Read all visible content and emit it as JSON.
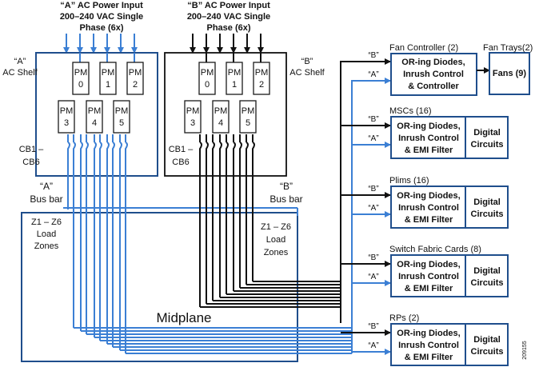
{
  "inputs": {
    "a_line1": "“A” AC Power Input",
    "a_line2": "200–240  VAC Single",
    "a_line3": "Phase (6x)",
    "b_line1": "“B” AC Power Input",
    "b_line2": "200–240  VAC Single",
    "b_line3": "Phase (6x)"
  },
  "shelves": {
    "a_line1": "“A”",
    "a_line2": "AC Shelf",
    "b_line1": "“B”",
    "b_line2": "AC Shelf"
  },
  "pm_prefix": "PM",
  "pm_numbers": [
    "0",
    "1",
    "2",
    "3",
    "4",
    "5"
  ],
  "breakers": {
    "a_line1": "CB1 –",
    "a_line2": "CB6",
    "b_line1": "CB1 –",
    "b_line2": "CB6"
  },
  "busbars": {
    "a_line1": "“A”",
    "a_line2": "Bus bar",
    "b_line1": "“B”",
    "b_line2": "Bus bar"
  },
  "zones": {
    "a_line1": "Z1 – Z6",
    "a_line2": "Load",
    "a_line3": "Zones",
    "b_line1": "Z1 – Z6",
    "b_line2": "Load",
    "b_line3": "Zones"
  },
  "midplane": "Midplane",
  "feeds": {
    "a": "“A”",
    "b": "“B”"
  },
  "fan_controller": {
    "title": "Fan Controller (2)",
    "line1": "OR-ing Diodes,",
    "line2": "Inrush Control",
    "line3": "& Controller"
  },
  "fan_trays": {
    "title": "Fan Trays(2)",
    "label": "Fans (9)"
  },
  "cards": [
    {
      "title": "MSCs (16)",
      "line1": "OR-ing Diodes,",
      "line2": "Inrush Control",
      "line3": "& EMI Filter",
      "digital1": "Digital",
      "digital2": "Circuits"
    },
    {
      "title": "Plims (16)",
      "line1": "OR-ing Diodes,",
      "line2": "Inrush Control",
      "line3": "& EMI Filter",
      "digital1": "Digital",
      "digital2": "Circuits"
    },
    {
      "title": "Switch Fabric Cards (8)",
      "line1": "OR-ing Diodes,",
      "line2": "Inrush Control",
      "line3": "& EMI Filter",
      "digital1": "Digital",
      "digital2": "Circuits"
    },
    {
      "title": "RPs (2)",
      "line1": "OR-ing Diodes,",
      "line2": "Inrush Control",
      "line3": "& EMI Filter",
      "digital1": "Digital",
      "digital2": "Circuits"
    }
  ],
  "figure_id": "209155",
  "colors": {
    "feed_a": "#3b7fd4",
    "feed_b": "#111111",
    "frame": "#1f4e8c"
  }
}
